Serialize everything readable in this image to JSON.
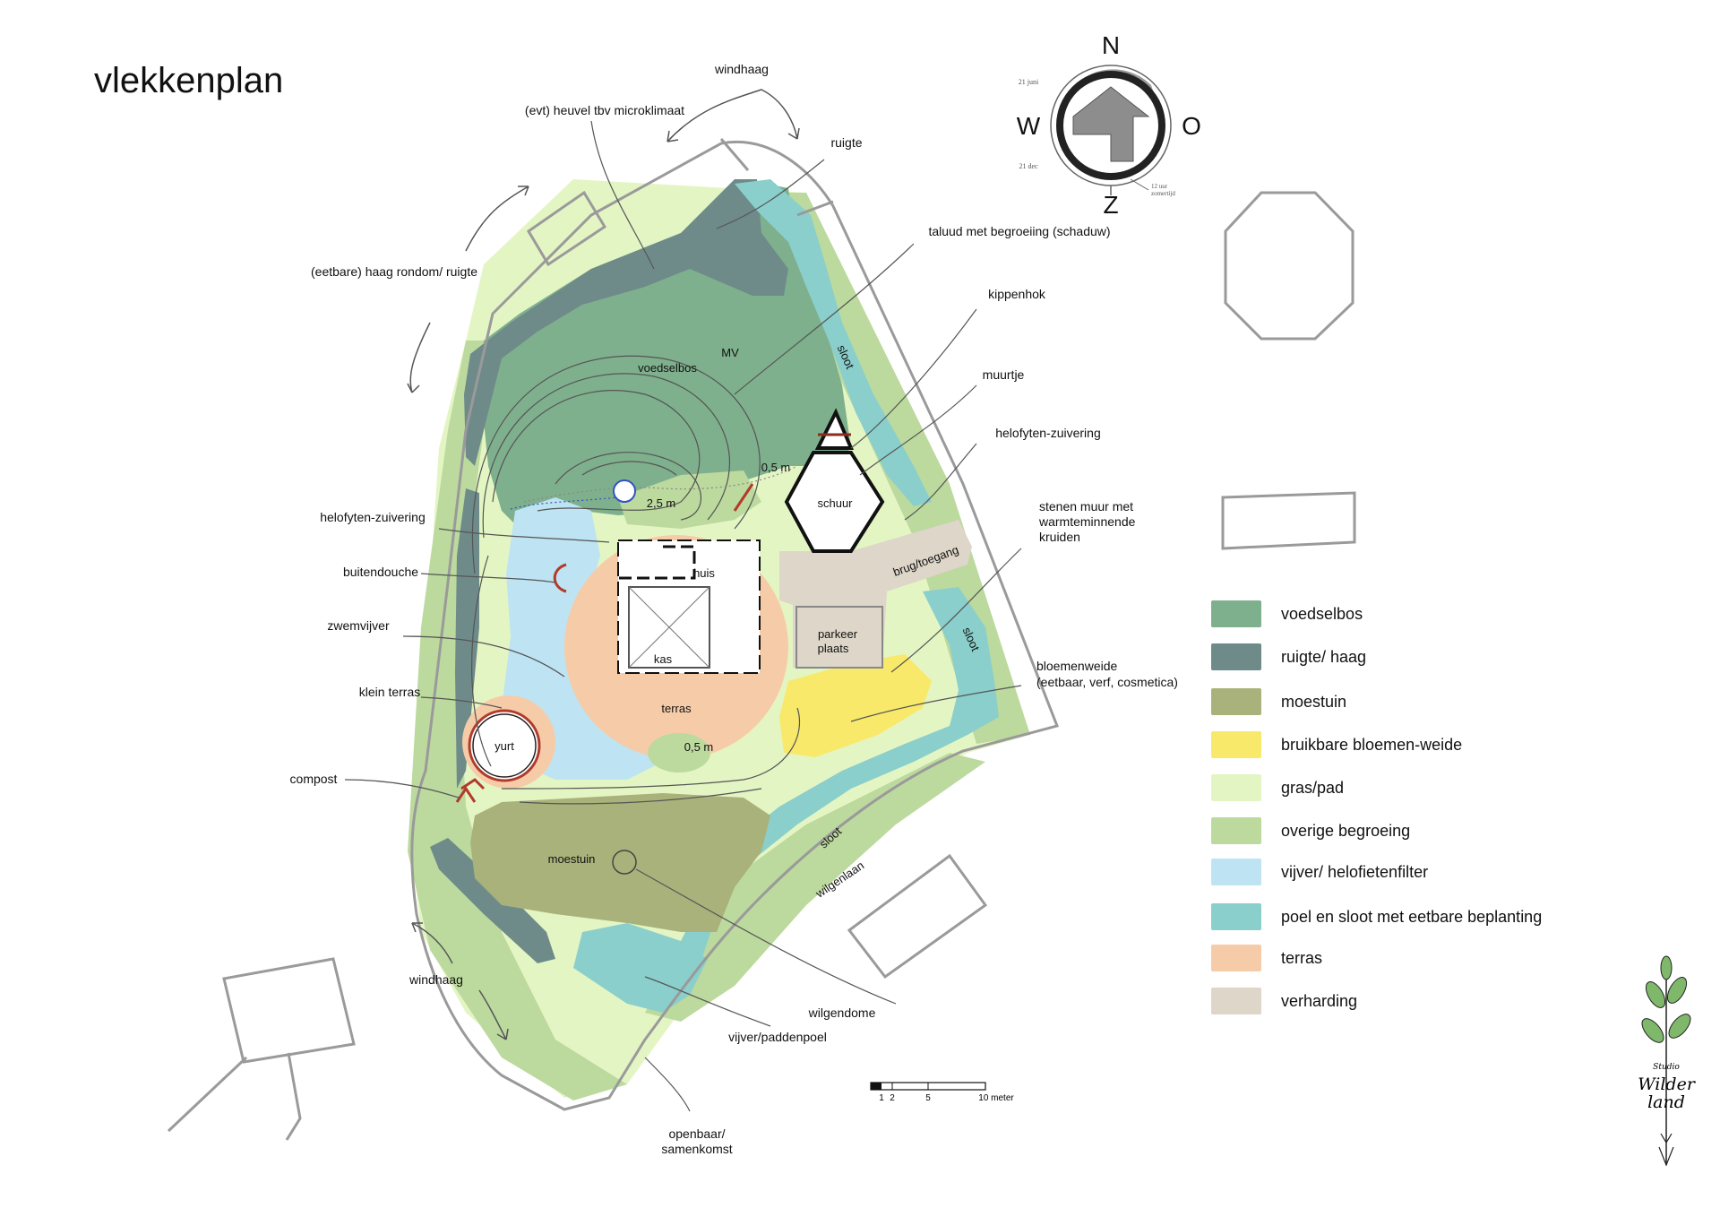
{
  "page_title": "vlekkenplan",
  "compass": {
    "north": "N",
    "south": "Z",
    "west": "W",
    "east": "O",
    "summer_label": "21 juni",
    "winter_label": "21 dec",
    "noon_label_1": "12 uur",
    "noon_label_2": "zomertijd"
  },
  "callouts": {
    "windhaag_top": "windhaag",
    "heuvel": "(evt) heuvel tbv microklimaat",
    "ruigte": "ruigte",
    "haag_rondom": "(eetbare) haag rondom/ ruigte",
    "taluud": "taluud met begroeiing (schaduw)",
    "kippenhok": "kippenhok",
    "muurtje": "muurtje",
    "helofyten_right": "helofyten-zuivering",
    "stenen_muur_1": "stenen muur met",
    "stenen_muur_2": "warmteminnende",
    "stenen_muur_3": "kruiden",
    "helofyten_left": "helofyten-zuivering",
    "buitendouche": "buitendouche",
    "zwemvijver": "zwemvijver",
    "klein_terras": "klein terras",
    "compost": "compost",
    "bloemenweide_1": "bloemenweide",
    "bloemenweide_2": "(eetbaar, verf, cosmetica)",
    "windhaag_bottom": "windhaag",
    "wilgendome": "wilgendome",
    "vijver_paddenpoel": "vijver/paddenpoel",
    "openbaar_1": "openbaar/",
    "openbaar_2": "samenkomst"
  },
  "map_labels": {
    "voedselbos": "voedselbos",
    "mv": "MV",
    "sloot_top": "sloot",
    "sloot_right": "sloot",
    "sloot_bottom": "sloot",
    "wilgenlaan": "wilgenlaan",
    "schuur": "schuur",
    "huis": "huis",
    "kas": "kas",
    "terras": "terras",
    "yurt": "yurt",
    "parkeer_1": "parkeer",
    "parkeer_2": "plaats",
    "brug": "brug/toegang",
    "moestuin": "moestuin",
    "dim_05_top": "0,5 m",
    "dim_25": "2,5 m",
    "dim_05_bottom": "0,5 m"
  },
  "scale_bar": {
    "t1": "1",
    "t2": "2",
    "t5": "5",
    "t10": "10 meter"
  },
  "legend": [
    {
      "label": "voedselbos",
      "color": "#7fb08d"
    },
    {
      "label": "ruigte/ haag",
      "color": "#6e8b8a"
    },
    {
      "label": "moestuin",
      "color": "#a9b27a"
    },
    {
      "label": "bruikbare bloemen-weide",
      "color": "#f8e96a"
    },
    {
      "label": "gras/pad",
      "color": "#e4f5c4"
    },
    {
      "label": "overige begroeing",
      "color": "#bcd99e"
    },
    {
      "label": "vijver/ helofietenfilter",
      "color": "#bee3f2"
    },
    {
      "label": "poel en sloot met eetbare beplanting",
      "color": "#8acfcb"
    },
    {
      "label": "terras",
      "color": "#f6cca8"
    },
    {
      "label": "verharding",
      "color": "#ddd6c9"
    }
  ],
  "logo": {
    "line1": "Studio",
    "line2": "Wilder",
    "line3": "land"
  }
}
